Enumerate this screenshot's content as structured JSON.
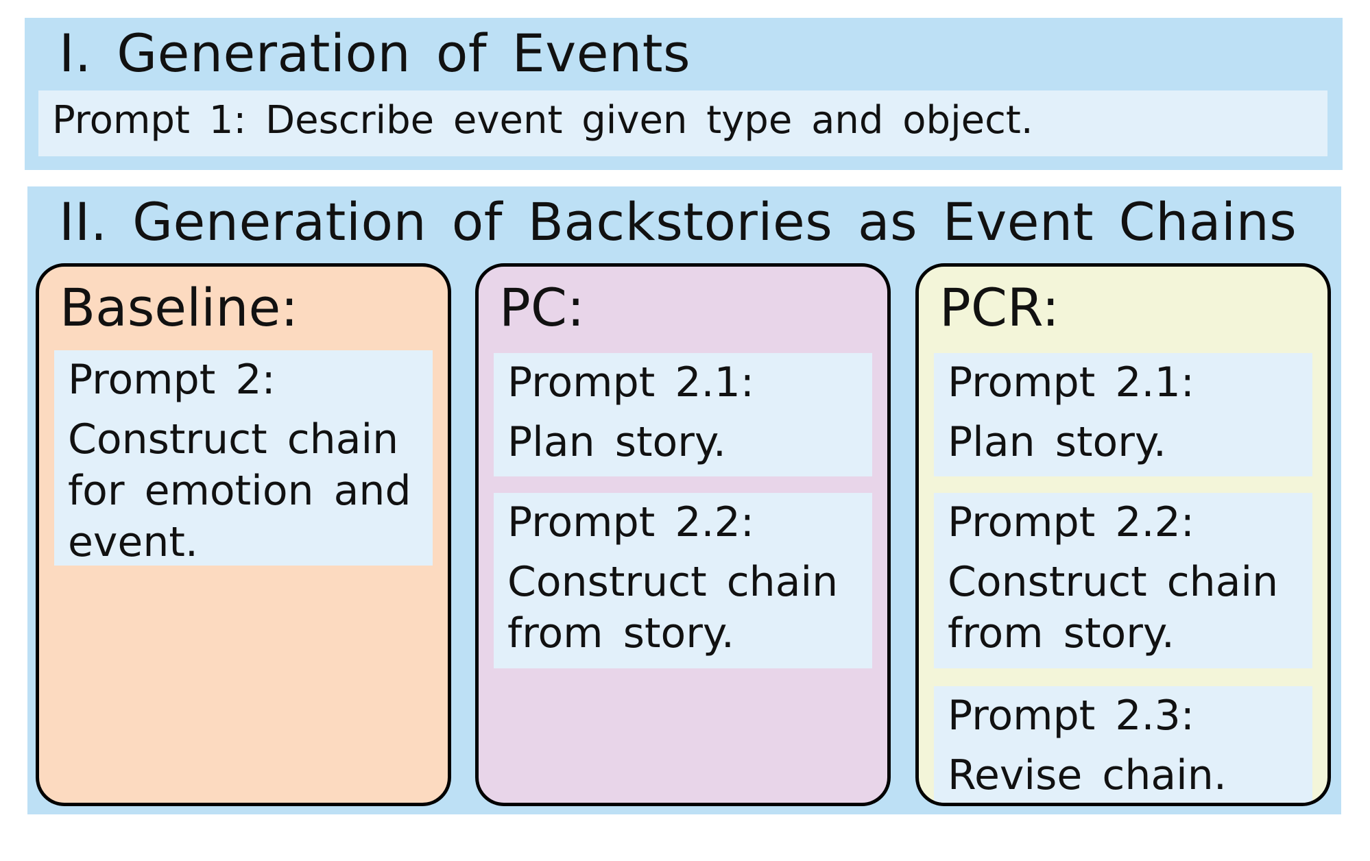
{
  "section1": {
    "title": "I. Generation of Events",
    "prompt": "Prompt 1:  Describe event given type and object."
  },
  "section2": {
    "title": "II. Generation of Backstories as Event Chains",
    "panels": [
      {
        "title": "Baseline:",
        "color": "#fcdac0",
        "cards": [
          {
            "label": "Prompt 2:",
            "text": "Construct chain for emotion and event."
          }
        ]
      },
      {
        "title": "PC:",
        "color": "#e8d5e9",
        "cards": [
          {
            "label": "Prompt 2.1:",
            "text": "Plan story."
          },
          {
            "label": "Prompt 2.2:",
            "text": "Construct chain from story."
          }
        ]
      },
      {
        "title": "PCR:",
        "color": "#f3f5d9",
        "cards": [
          {
            "label": "Prompt 2.1:",
            "text": "Plan story."
          },
          {
            "label": "Prompt 2.2:",
            "text": "Construct chain from story."
          },
          {
            "label": "Prompt 2.3:",
            "text": "Revise chain."
          }
        ]
      }
    ]
  },
  "colors": {
    "section_bg": "#bde0f5",
    "prompt_bg": "#e2f0fa",
    "border": "#000000"
  }
}
